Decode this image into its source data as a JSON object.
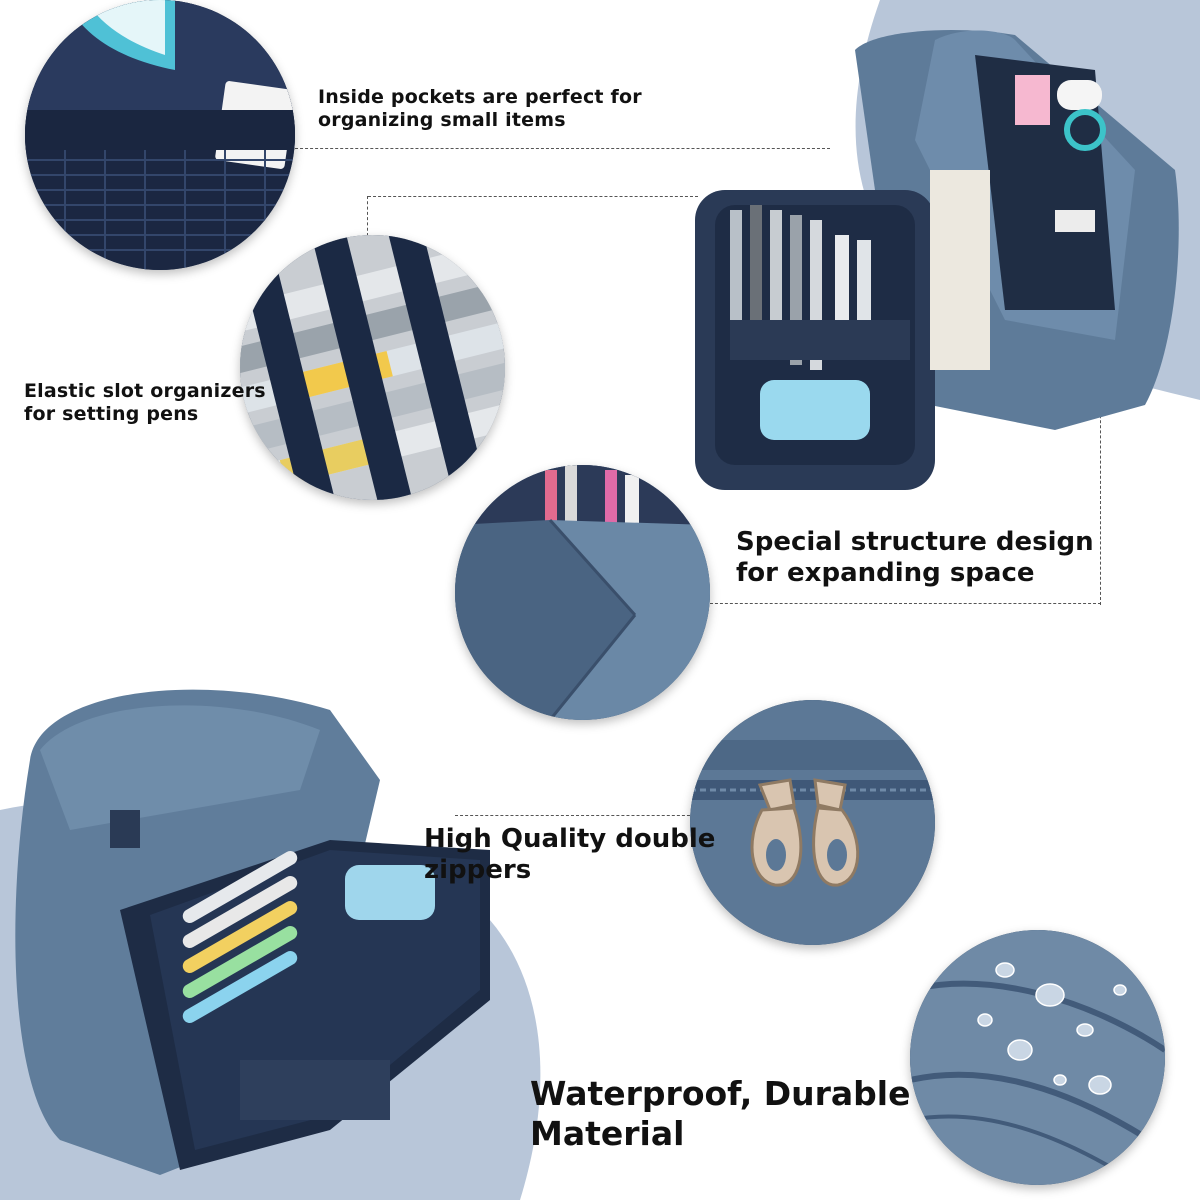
{
  "captions": {
    "pockets_line1": "Inside pockets are perfect for",
    "pockets_line2": "organizing small items",
    "elastic_line1": "Elastic slot organizers",
    "elastic_line2": "for setting pens",
    "structure_line1": "Special structure design",
    "structure_line2": "for expanding space",
    "zippers_line1": "High Quality double",
    "zippers_line2": "zippers",
    "waterproof_line1": "Waterproof, Durable",
    "waterproof_line2": "Material"
  },
  "images": {
    "pocket_number": "2"
  },
  "colors": {
    "accent_bg": "#b3c2d6",
    "case_blue": "#5c7896",
    "case_dark": "#23344d",
    "lining": "#1d2c44"
  }
}
